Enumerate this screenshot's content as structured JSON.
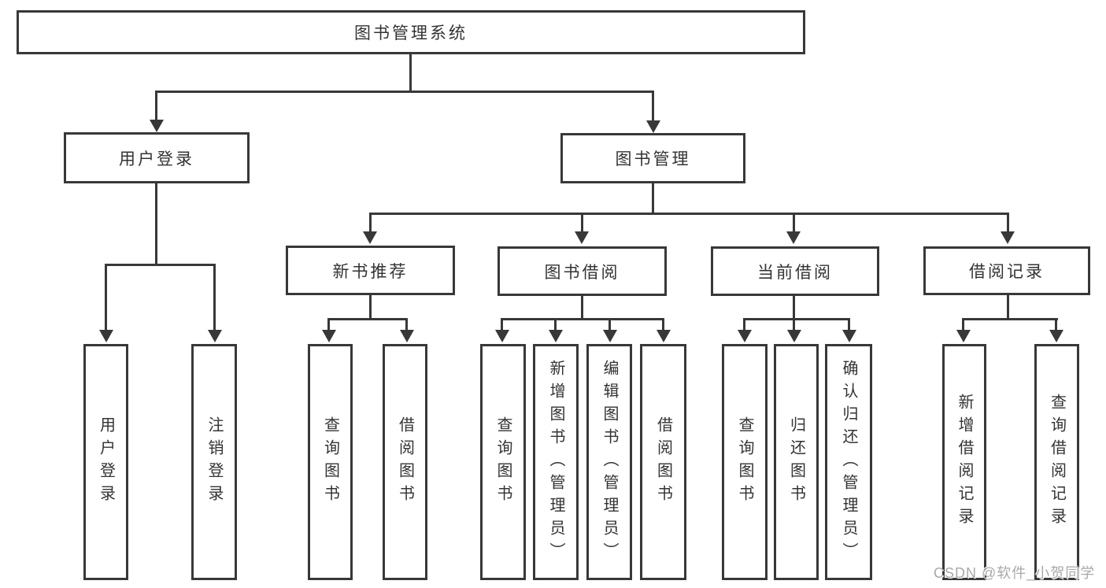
{
  "tree": {
    "root": "图书管理系统",
    "children": [
      {
        "label": "用户登录",
        "children": [
          "用户登录",
          "注销登录"
        ]
      },
      {
        "label": "图书管理",
        "children": [
          {
            "label": "新书推荐",
            "children": [
              "查询图书",
              "借阅图书"
            ]
          },
          {
            "label": "图书借阅",
            "children": [
              "查询图书",
              "新增图书（管理员）",
              "编辑图书（管理员）",
              "借阅图书"
            ]
          },
          {
            "label": "当前借阅",
            "children": [
              "查询图书",
              "归还图书",
              "确认归还（管理员）"
            ]
          },
          {
            "label": "借阅记录",
            "children": [
              "新增借阅记录",
              "查询借阅记录"
            ]
          }
        ]
      }
    ]
  },
  "watermark": "CSDN @软件_小贺同学",
  "colors": {
    "line": "#383838",
    "text": "#333333",
    "watermark": "#a9a9a9",
    "background": "#ffffff"
  }
}
